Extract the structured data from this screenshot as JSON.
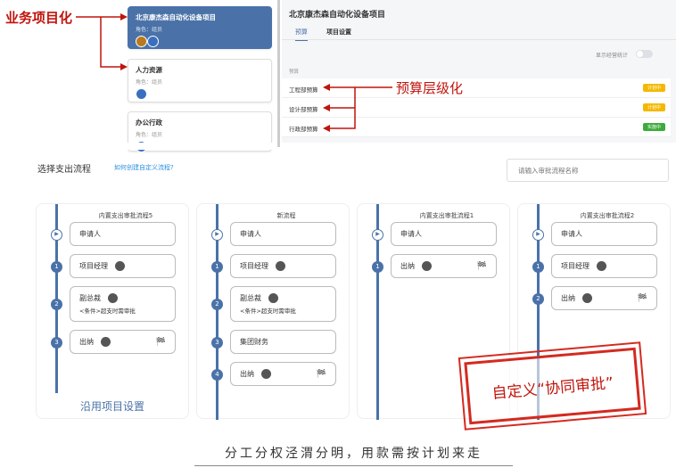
{
  "annotations": {
    "project": "业务项目化",
    "budget": "预算层级化",
    "stamp": "自定义“协同审批”",
    "caption": "分工分权泾渭分明，用款需按计划来走"
  },
  "projects": [
    {
      "name": "北京康杰森自动化设备项目",
      "role": "角色：组员"
    },
    {
      "name": "人力资源",
      "role": "角色：组员"
    },
    {
      "name": "办公行政",
      "role": "角色：组员"
    }
  ],
  "detail": {
    "title": "北京康杰森自动化设备项目",
    "tabs": [
      "预算",
      "项目设置"
    ],
    "toggle_label": "显示经营统计",
    "toggle_on": false,
    "section": "预算",
    "rows": [
      {
        "name": "工程部预算",
        "status": "计划中",
        "color": "#f5b800"
      },
      {
        "name": "设计部预算",
        "status": "计划中",
        "color": "#f5b800"
      },
      {
        "name": "行政部预算",
        "status": "实施中",
        "color": "#3cab3c"
      }
    ]
  },
  "flow": {
    "heading": "选择支出流程",
    "help_link": "如何创建自定义流程?",
    "search_placeholder": "请输入审批流程名称",
    "footer_link": "沿用项目设置",
    "accent": "#4a72a8",
    "cards": [
      {
        "title": "内置支出审批流程5",
        "steps": [
          {
            "label": "申请人"
          },
          {
            "label": "项目经理",
            "avatar": true
          },
          {
            "label": "副总裁",
            "avatar": true,
            "sub": "<条件>超支时需审批"
          },
          {
            "label": "出纳",
            "avatar": true,
            "end": true
          }
        ]
      },
      {
        "title": "新流程",
        "steps": [
          {
            "label": "申请人"
          },
          {
            "label": "项目经理",
            "avatar": true
          },
          {
            "label": "副总裁",
            "avatar": true,
            "sub": "<条件>超支时需审批"
          },
          {
            "label": "集团财务"
          },
          {
            "label": "出纳",
            "avatar": true,
            "end": true
          }
        ]
      },
      {
        "title": "内置支出审批流程1",
        "steps": [
          {
            "label": "申请人"
          },
          {
            "label": "出纳",
            "avatar": true,
            "end": true
          }
        ]
      },
      {
        "title": "内置支出审批流程2",
        "steps": [
          {
            "label": "申请人"
          },
          {
            "label": "项目经理",
            "avatar": true
          },
          {
            "label": "出纳",
            "avatar": true,
            "end": true
          }
        ]
      }
    ]
  }
}
